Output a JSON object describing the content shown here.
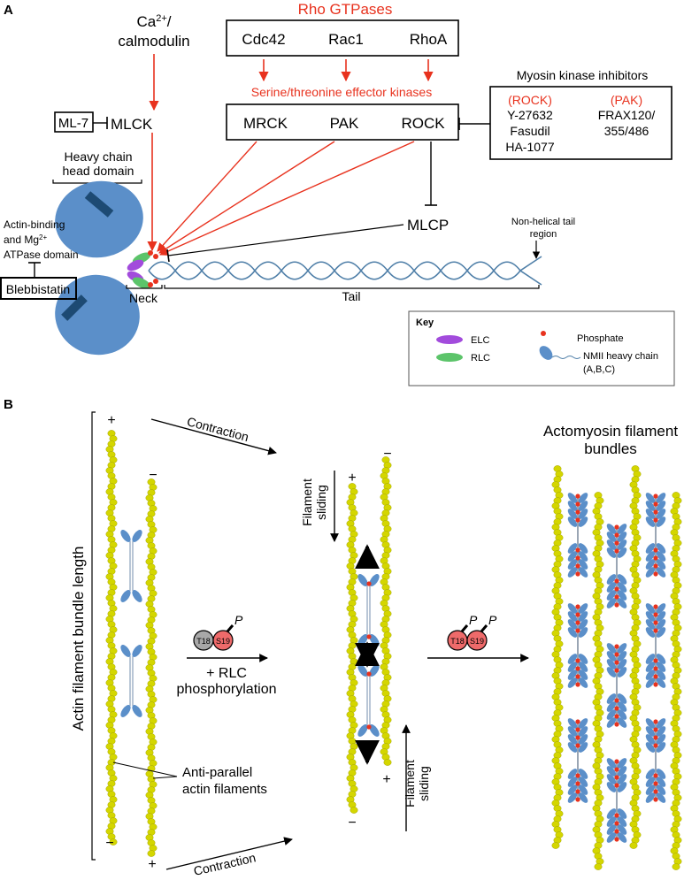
{
  "panel_a": {
    "label": "A",
    "ca_calmodulin": {
      "line1": "Ca",
      "sup": "2+",
      "line1_end": "/",
      "line2": "calmodulin"
    },
    "rho_gtpases": {
      "title": "Rho GTPases",
      "items": [
        "Cdc42",
        "Rac1",
        "RhoA"
      ]
    },
    "effector_kinases": {
      "title": "Serine/threonine effector kinases",
      "items": [
        "MRCK",
        "PAK",
        "ROCK"
      ]
    },
    "ml7": "ML-7",
    "mlck": "MLCK",
    "mlcp": "MLCP",
    "inhibitors": {
      "title": "Myosin kinase inhibitors",
      "rock_header": "(ROCK)",
      "pak_header": "(PAK)",
      "rock_drugs": [
        "Y-27632",
        "Fasudil",
        "HA-1077"
      ],
      "pak_drugs": [
        "FRAX120/",
        "355/486"
      ]
    },
    "head_domain": [
      "Heavy chain",
      "head domain"
    ],
    "actin_binding": {
      "line1": "Actin-binding",
      "line2_pre": "and Mg",
      "line2_sup": "2+",
      "line3": "ATPase domain"
    },
    "blebbistatin": "Blebbistatin",
    "neck": "Neck",
    "tail": "Tail",
    "non_helical": [
      "Non-helical tail",
      "region"
    ],
    "key": {
      "title": "Key",
      "elc": "ELC",
      "rlc": "RLC",
      "phosphate": "Phosphate",
      "heavy_chain": [
        "NMII heavy chain",
        "(A,B,C)"
      ]
    },
    "colors": {
      "red": "#e8321e",
      "myosin_blue": "#5b8fc9",
      "elc": "#a24bdc",
      "rlc": "#5cc46a",
      "tail": "#4f7fa8"
    }
  },
  "panel_b": {
    "label": "B",
    "contraction": "Contraction",
    "bundle_length": "Actin filament bundle length",
    "plus": "+",
    "minus": "−",
    "rlc_phos": [
      "+ RLC",
      "phosphorylation"
    ],
    "t18": "T18",
    "s19": "S19",
    "p": "P",
    "filament_sliding": [
      "Filament",
      "sliding"
    ],
    "anti_parallel": [
      "Anti-parallel",
      "actin filaments"
    ],
    "bundles_title": [
      "Actomyosin filament",
      "bundles"
    ],
    "colors": {
      "actin": "#d4d600",
      "actin_edge": "#a6a600",
      "unphos": "#a8a8a8",
      "phos": "#ee6a6a"
    }
  }
}
